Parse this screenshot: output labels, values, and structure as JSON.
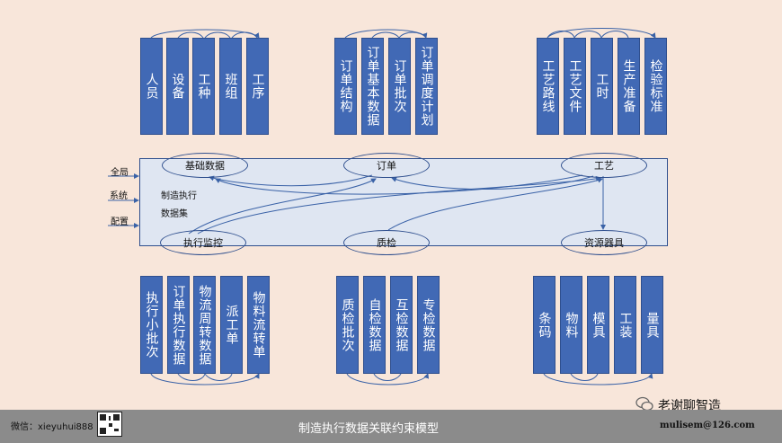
{
  "top_boxes": [
    {
      "id": "renyuan",
      "label": "人员"
    },
    {
      "id": "shebei",
      "label": "设备"
    },
    {
      "id": "gongzhong",
      "label": "工种"
    },
    {
      "id": "banzu",
      "label": "班组"
    },
    {
      "id": "gongxu",
      "label": "工序"
    },
    {
      "id": "dingdanjiegou",
      "label": "订单结构"
    },
    {
      "id": "dingdanjiben",
      "label": "订单基本数据"
    },
    {
      "id": "dingdanpici",
      "label": "订单批次"
    },
    {
      "id": "dingdantiaodu",
      "label": "订单调度计划"
    },
    {
      "id": "gongyiluxian",
      "label": "工艺路线"
    },
    {
      "id": "gongyiwenjian",
      "label": "工艺文件"
    },
    {
      "id": "gongshi",
      "label": "工时"
    },
    {
      "id": "shengchanzhunbei",
      "label": "生产准备"
    },
    {
      "id": "jianyanbiaozhun",
      "label": "检验标准"
    }
  ],
  "bottom_boxes": [
    {
      "id": "zhixingxiaopici",
      "label": "执行小批次"
    },
    {
      "id": "dingdanzhixing",
      "label": "订单执行数据"
    },
    {
      "id": "wuliuzhouzhuan",
      "label": "物流周转数据"
    },
    {
      "id": "paigongdan",
      "label": "派工单"
    },
    {
      "id": "wuliaoliuzhuan",
      "label": "物料流转单"
    },
    {
      "id": "zhijianpici",
      "label": "质检批次"
    },
    {
      "id": "zijian",
      "label": "自检数据"
    },
    {
      "id": "hujian",
      "label": "互检数据"
    },
    {
      "id": "zhuanjian",
      "label": "专检数据"
    },
    {
      "id": "tiaoma",
      "label": "条码"
    },
    {
      "id": "wuliao",
      "label": "物料"
    },
    {
      "id": "muju",
      "label": "模具"
    },
    {
      "id": "gongzhuang",
      "label": "工装"
    },
    {
      "id": "liangju",
      "label": "量具"
    }
  ],
  "nodes": {
    "jichushuju": "基础数据",
    "dingdan": "订单",
    "gongyi": "工艺",
    "zhixingjiankong": "执行监控",
    "zhijian": "质检",
    "ziyuanqiju": "资源器具"
  },
  "main_label_1": "制造执行",
  "main_label_2": "数据集",
  "side_labels": {
    "quanju": "全局",
    "xitong": "系统",
    "peizhi": "配置"
  },
  "footer": {
    "title": "制造执行数据关联约束模型",
    "wechat": "微信：xieyuhui888",
    "email": "mulisem@126.com"
  },
  "brand": "老谢聊智造",
  "colors": {
    "box": "#4169b5",
    "panel": "#dfe6f2",
    "background": "#f8e6da",
    "footer": "#8b8b8b",
    "line": "#3a62a7"
  }
}
